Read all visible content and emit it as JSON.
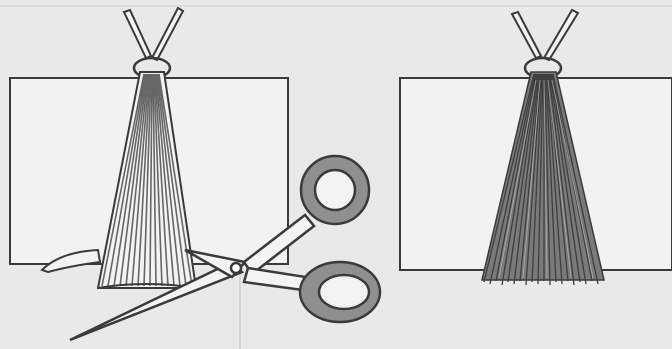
{
  "illustration": {
    "panels": [
      {
        "state": "before-trim",
        "tool": "scissors"
      },
      {
        "state": "after-trim"
      }
    ],
    "colors": {
      "background": "#e9e9e9",
      "paper": "#f2f2f2",
      "ink": "#3a3a3a",
      "strand_dark": "#555555",
      "strand_light": "#8a8a8a",
      "faint_grid": "#d2d2d2"
    },
    "icons": [
      "scissors-icon",
      "tassel-icon",
      "paper-card-icon",
      "ring-icon"
    ]
  }
}
